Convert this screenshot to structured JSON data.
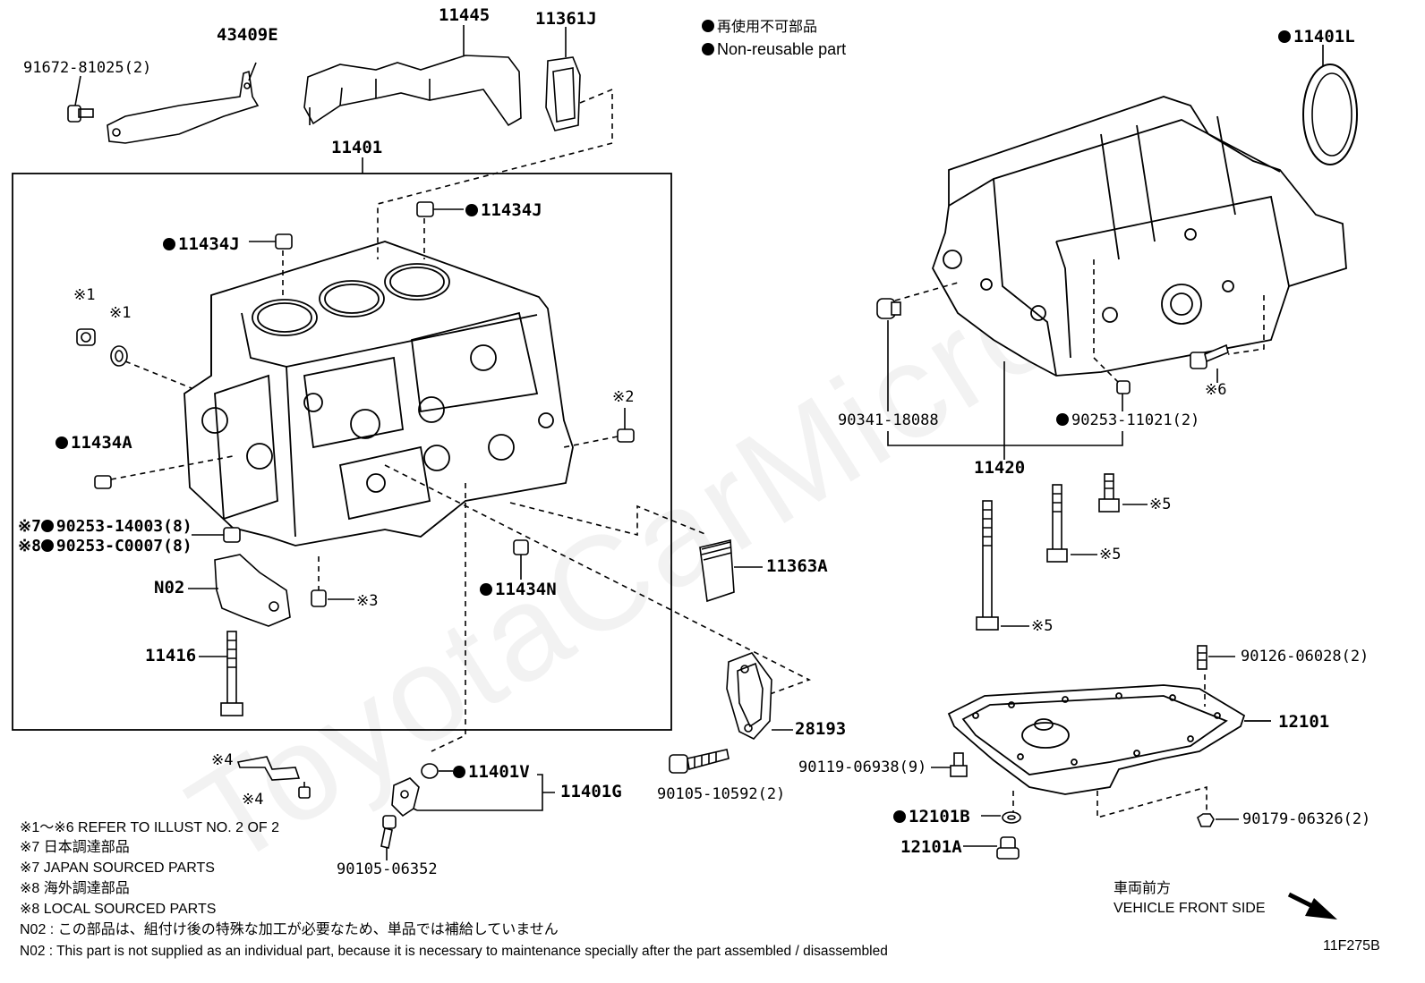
{
  "legend": {
    "jp": "再使用不可部品",
    "en": "Non-reusable part"
  },
  "watermark": "ToyotaCarMicro.ru",
  "diagram_code": "11F275B",
  "direction": {
    "jp": "車両前方",
    "en": "VEHICLE FRONT SIDE"
  },
  "parts": {
    "p91672": "91672-81025(2)",
    "p43409E": "43409E",
    "p11445": "11445",
    "p11361J": "11361J",
    "p11401": "11401",
    "p11401L": "11401L",
    "p11434J_a": "11434J",
    "p11434J_b": "11434J",
    "p11434A": "11434A",
    "p90253_14003": "90253-14003(8)",
    "p90253_C0007": "90253-C0007(8)",
    "pN02": "N02",
    "p11416": "11416",
    "p11434N": "11434N",
    "p11363A": "11363A",
    "p28193": "28193",
    "p90105_10592": "90105-10592(2)",
    "p11401V": "11401V",
    "p11401G": "11401G",
    "p90105_06352": "90105-06352",
    "p90341": "90341-18088",
    "p90253_11021": "90253-11021(2)",
    "p11420": "11420",
    "p90126": "90126-06028(2)",
    "p12101": "12101",
    "p90119": "90119-06938(9)",
    "p12101B": "12101B",
    "p12101A": "12101A",
    "p90179": "90179-06326(2)"
  },
  "marks": {
    "m1a": "※1",
    "m1b": "※1",
    "m2": "※2",
    "m3": "※3",
    "m4a": "※4",
    "m4b": "※4",
    "m5a": "※5",
    "m5b": "※5",
    "m5c": "※5",
    "m6": "※6",
    "m7": "※7",
    "m8": "※8"
  },
  "notes": [
    "※1～※6  REFER TO ILLUST NO. 2 OF 2",
    "※7 日本調達部品",
    "※7 JAPAN SOURCED PARTS",
    "※8 海外調達部品",
    "※8 LOCAL SOURCED PARTS",
    "N02 : この部品は、組付け後の特殊な加工が必要なため、単品では補給していません",
    "N02 : This part is not supplied as an individual part, because it is necessary to maintenance specially after the part assembled / disassembled"
  ]
}
